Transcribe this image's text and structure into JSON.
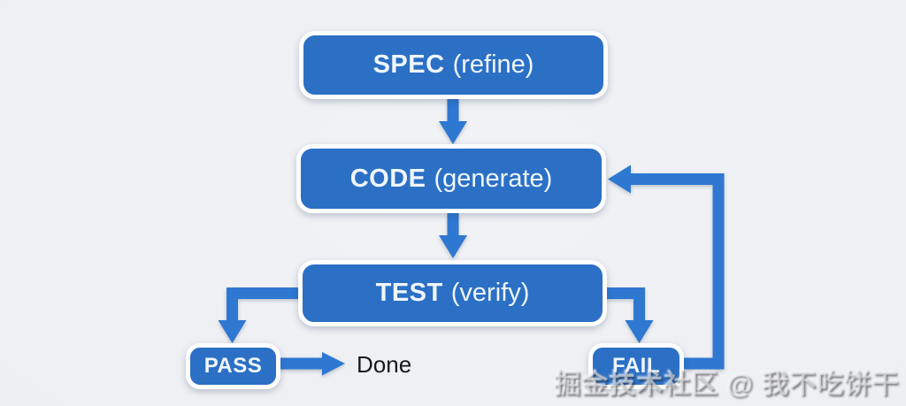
{
  "diagram": {
    "type": "flowchart",
    "nodes": {
      "spec": {
        "main": "SPEC",
        "sub": "(refine)"
      },
      "code": {
        "main": "CODE",
        "sub": "(generate)"
      },
      "test": {
        "main": "TEST",
        "sub": "(verify)"
      },
      "pass": {
        "label": "PASS"
      },
      "fail": {
        "label": "FAIL"
      },
      "done": {
        "label": "Done"
      }
    },
    "edges": [
      {
        "from": "SPEC (refine)",
        "to": "CODE (generate)",
        "type": "down"
      },
      {
        "from": "CODE (generate)",
        "to": "TEST (verify)",
        "type": "down"
      },
      {
        "from": "TEST (verify)",
        "to": "PASS",
        "type": "branch-left"
      },
      {
        "from": "TEST (verify)",
        "to": "FAIL",
        "type": "branch-right"
      },
      {
        "from": "PASS",
        "to": "Done",
        "type": "right"
      },
      {
        "from": "FAIL",
        "to": "CODE (generate)",
        "type": "loop-back"
      }
    ],
    "colors": {
      "node_fill": "#2b70c5",
      "node_border": "#fdfdfe",
      "node_text": "#f0f6fc",
      "arrow": "#2e78d2",
      "done_text": "#16181c",
      "background": "#edeff3"
    }
  },
  "watermark": {
    "text": "掘金技术社区 @ 我不吃饼干"
  }
}
